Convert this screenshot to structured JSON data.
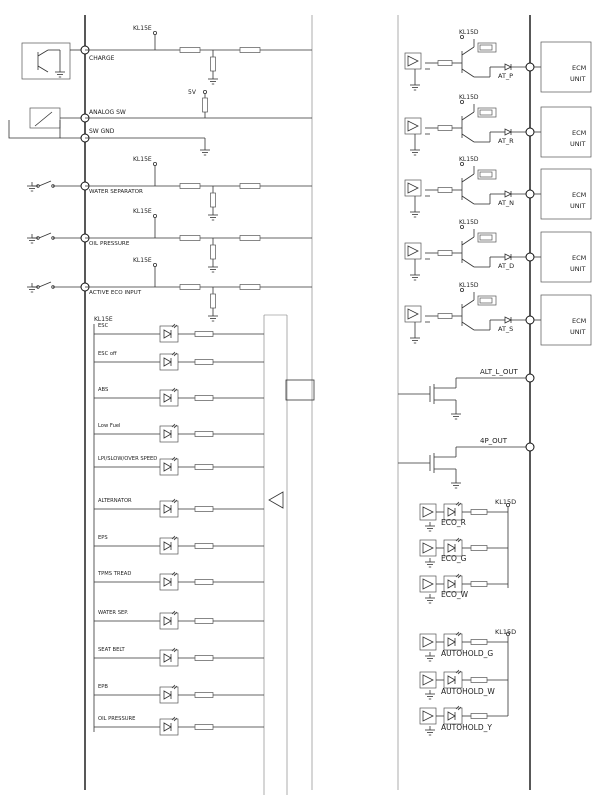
{
  "left": {
    "supply": "KL15E",
    "supply_5v": "5V",
    "nets": {
      "charge": "CHARGE",
      "analog_sw": "ANALOG SW",
      "sw_gnd": "SW GND",
      "water_separator": "WATER SEPARATOR",
      "oil_pressure": "OIL PRESSURE",
      "active_eco": "ACTIVE ECO INPUT"
    },
    "indicators": [
      "ESC",
      "ESC off",
      "ABS",
      "Low Fuel",
      "LPI/SLOW/OVER SPEED",
      "ALTERNATOR",
      "EPS",
      "TPMS TREAD",
      "WATER SEP.",
      "SEAT BELT",
      "EPB",
      "OIL PRESSURE"
    ]
  },
  "right": {
    "supply": "KL15D",
    "at_outputs": [
      "AT_P",
      "AT_R",
      "AT_N",
      "AT_D",
      "AT_S"
    ],
    "ecm_line1": "ECM",
    "ecm_line2": "UNIT",
    "alt_out": "ALT_L_OUT",
    "p4_out": "4P_OUT",
    "eco": [
      "ECO_R",
      "ECO_G",
      "ECO_W"
    ],
    "autohold": [
      "AUTOHOLD_G",
      "AUTOHOLD_W",
      "AUTOHOLD_Y"
    ]
  }
}
